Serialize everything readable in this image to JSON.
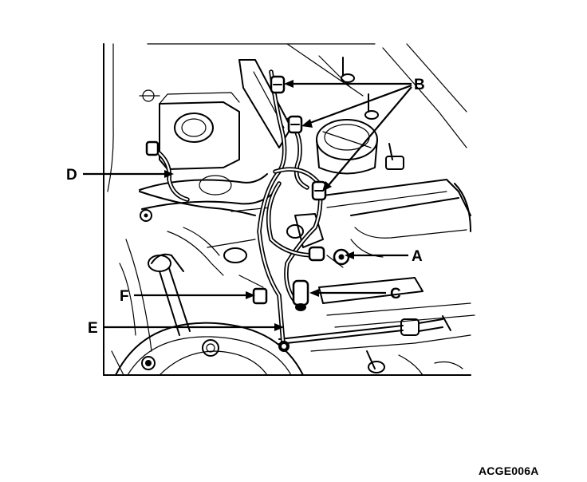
{
  "figure_id": "ACGE006A",
  "callouts": [
    {
      "key": "A",
      "label": "A"
    },
    {
      "key": "B",
      "label": "B"
    },
    {
      "key": "C",
      "label": "C"
    },
    {
      "key": "D",
      "label": "D"
    },
    {
      "key": "E",
      "label": "E"
    },
    {
      "key": "F",
      "label": "F"
    }
  ],
  "colors": {
    "line": "#000000",
    "background": "#ffffff"
  }
}
